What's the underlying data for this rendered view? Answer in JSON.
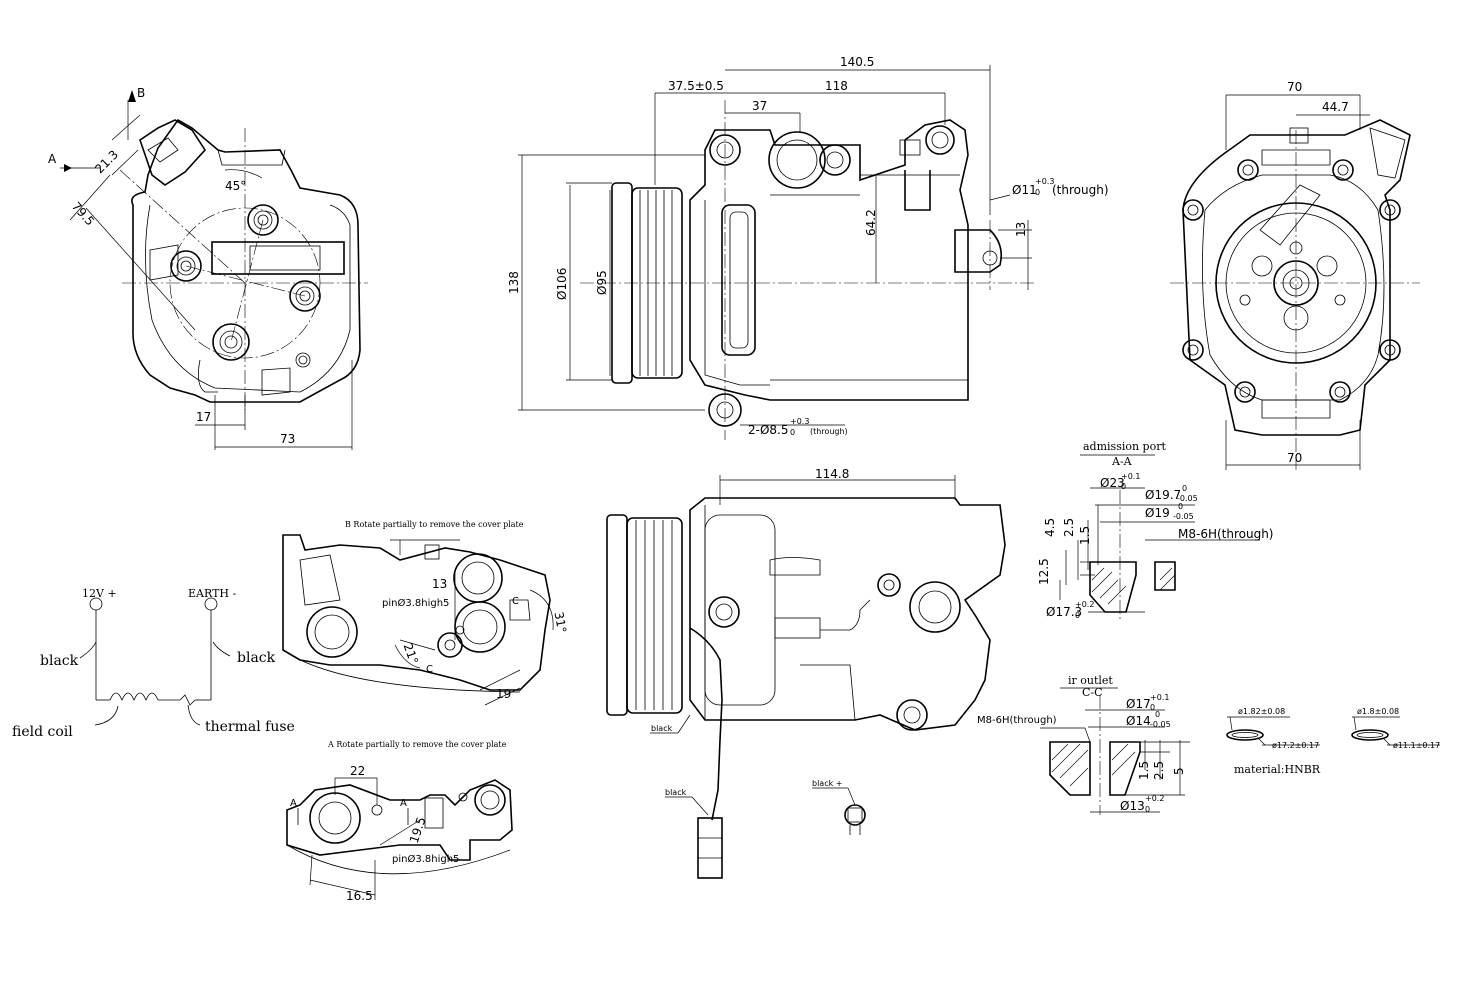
{
  "front_view": {
    "label_A": "A",
    "label_B": "B",
    "dim_21_3": "21.3",
    "dim_79_5": "79.5",
    "dim_45": "45°",
    "dim_17": "17",
    "dim_73": "73"
  },
  "side_view": {
    "dim_140_5": "140.5",
    "dim_37_5": "37.5±0.5",
    "dim_118": "118",
    "dim_37": "37",
    "dim_64_2": "64.2",
    "dim_138": "138",
    "dim_106": "Ø106",
    "dim_95": "Ø95",
    "dim_13": "13",
    "hole_through_base": "Ø11",
    "hole_through_tol": "+0.3",
    "hole_through_tol2": "0",
    "hole_through_text": "(through)",
    "mount_holes_base": "2-Ø8.5",
    "mount_holes_tol": "+0.3",
    "mount_holes_tol2": "0",
    "mount_holes_text": "(through)"
  },
  "rear_view": {
    "dim_70_top": "70",
    "dim_44_7": "44.7",
    "dim_70_bottom": "70"
  },
  "wiring": {
    "label_12v": "12V +",
    "label_earth": "EARTH -",
    "wire_left": "black",
    "wire_right": "black",
    "field_coil": "field coil",
    "thermal_fuse": "thermal fuse"
  },
  "detail_b": {
    "note": "B Rotate partially to remove the cover plate",
    "dim_13": "13",
    "pin": "pinØ3.8high5",
    "dim_31": "31°",
    "dim_21": "21°",
    "dim_19": "19",
    "label_c1": "C",
    "label_c2": "C"
  },
  "detail_a": {
    "note": "A Rotate partially to remove the cover plate",
    "dim_22": "22",
    "dim_19_5": "19.5",
    "pin": "pinØ3.8high5",
    "dim_16_5": "16.5",
    "label_a1": "A",
    "label_a2": "A"
  },
  "top_view": {
    "dim_114_8": "114.8",
    "wire_black_1": "black",
    "wire_black_2": "black",
    "wire_black_plus": "black +"
  },
  "admission_port": {
    "title": "admission port",
    "section": "A-A",
    "d23": "Ø23",
    "d23_tol": "+0.1",
    "d23_tol2": "0",
    "d19_7": "Ø19.7",
    "d19_7_tol": "0",
    "d19_7_tol2": "-0.05",
    "d19": "Ø19",
    "d19_tol": "0",
    "d19_tol2": "-0.05",
    "thread": "M8-6H(through)",
    "h4_5": "4.5",
    "h2_5": "2.5",
    "h1_5": "1.5",
    "h12_5": "12.5",
    "d17_3": "Ø17.3",
    "d17_3_tol": "+0.2",
    "d17_3_tol2": "0"
  },
  "outlet": {
    "title": "ir outlet",
    "section": "C-C",
    "d17": "Ø17",
    "d17_tol": "+0.1",
    "d17_tol2": "0",
    "d14": "Ø14",
    "d14_tol": "0",
    "d14_tol2": "-0.05",
    "thread": "M8-6H(through)",
    "h1_5": "1.5",
    "h2_5": "2.5",
    "h5": "5",
    "d13": "Ø13",
    "d13_tol": "+0.2",
    "d13_tol2": "0"
  },
  "orings": {
    "ring1_cs": "ø1.82±0.08",
    "ring1_id": "ø17.2±0.17",
    "ring2_cs": "ø1.8±0.08",
    "ring2_id": "ø11.1±0.17",
    "material": "material:HNBR"
  }
}
